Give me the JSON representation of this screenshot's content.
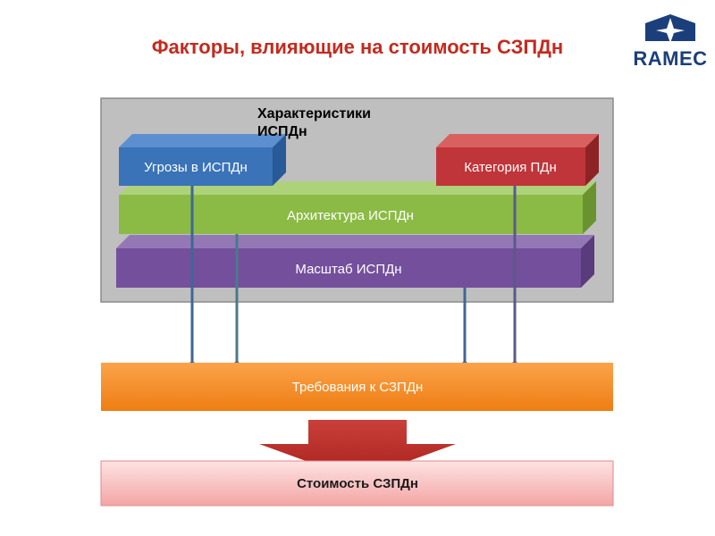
{
  "title": "Факторы, влияющие на стоимость СЗПДн",
  "logo": {
    "text": "RAMEC"
  },
  "characteristics": {
    "heading_line1": "Характеристики",
    "heading_line2": "ИСПДн",
    "threats": "Угрозы в ИСПДн",
    "category": "Категория ПДн",
    "architecture": "Архитектура ИСПДн",
    "scale": "Масштаб ИСПДн"
  },
  "requirements": "Требования к СЗПДн",
  "cost": "Стоимость СЗПДн",
  "colors": {
    "title": "#c42a1e",
    "blue": "#3a73b8",
    "red": "#c0353a",
    "green": "#8dbb45",
    "purple": "#7b57a0",
    "orange": "#f7902a",
    "logo": "#1b3f7a"
  }
}
